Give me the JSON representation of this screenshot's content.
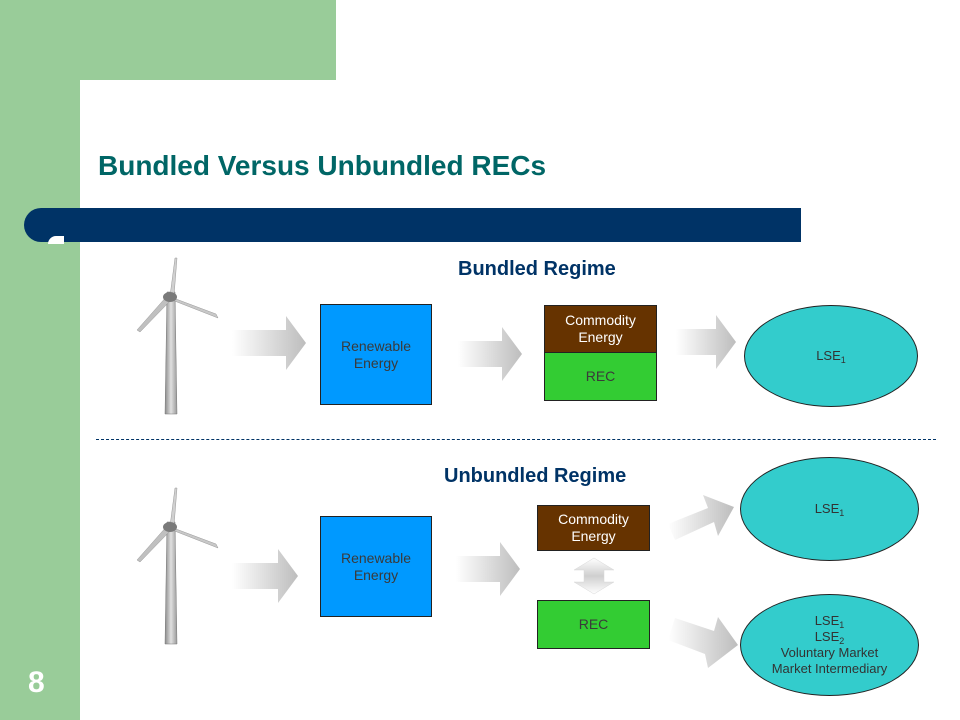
{
  "slide": {
    "title": "Bundled Versus Unbundled RECs",
    "page_number": "8"
  },
  "bundled": {
    "heading": "Bundled Regime",
    "renewable": "Renewable Energy",
    "commodity": "Commodity Energy",
    "rec": "REC",
    "lse": {
      "text": "LSE",
      "sub": "1"
    }
  },
  "unbundled": {
    "heading": "Unbundled Regime",
    "renewable": "Renewable Energy",
    "commodity": "Commodity Energy",
    "rec": "REC",
    "lse_top": {
      "text": "LSE",
      "sub": "1"
    },
    "lse_bottom": {
      "line1": "LSE",
      "line1_sub": "1",
      "line2": "LSE",
      "line2_sub": "2",
      "line3": "Voluntary Market",
      "line4": "Market Intermediary"
    }
  },
  "colors": {
    "background_green": "#99cc99",
    "title": "#006666",
    "bar": "#003366",
    "renewable": "#0099ff",
    "commodity": "#663300",
    "rec": "#33cc33",
    "lse": "#33cccc"
  }
}
